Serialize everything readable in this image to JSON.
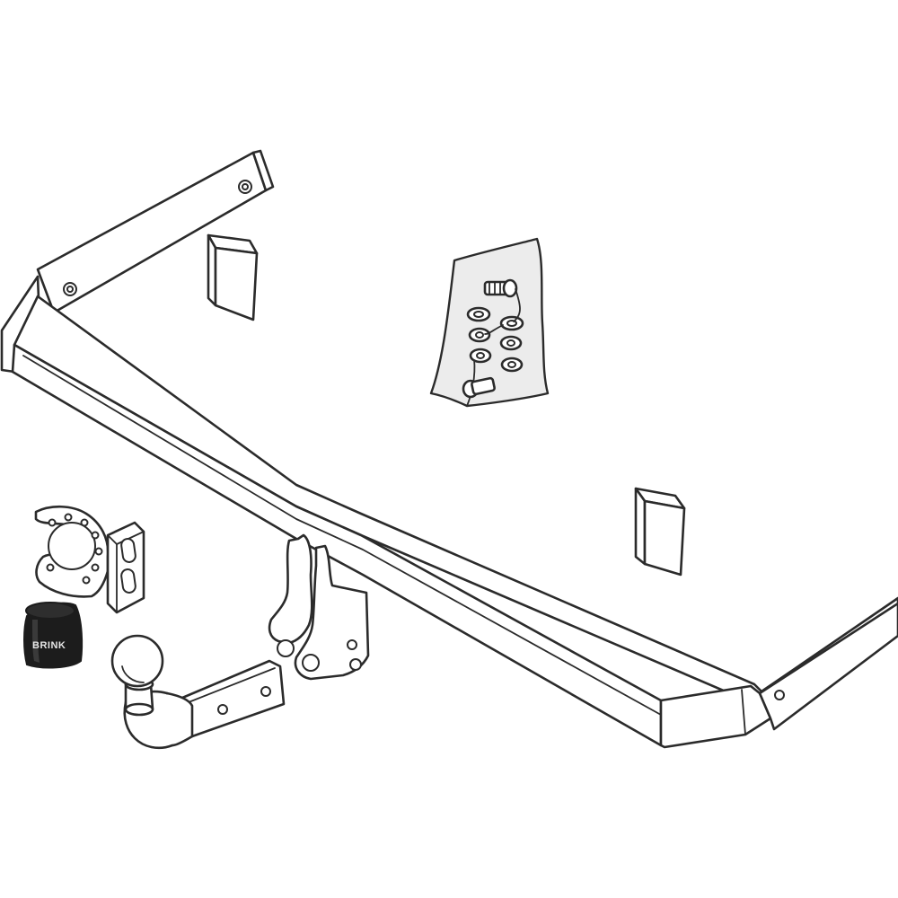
{
  "diagram": {
    "parts": [
      {
        "id": "tow-bar-crossbeam",
        "label": ""
      },
      {
        "id": "left-side-bracket",
        "label": ""
      },
      {
        "id": "right-side-bracket",
        "label": ""
      },
      {
        "id": "tow-ball-neck",
        "label": ""
      },
      {
        "id": "socket-mounting-plate",
        "label": ""
      },
      {
        "id": "electrical-socket-cap",
        "label": "BRINK"
      },
      {
        "id": "fixing-kit-bag",
        "label": ""
      },
      {
        "id": "rubber-spacer-left",
        "label": ""
      },
      {
        "id": "rubber-spacer-right",
        "label": ""
      }
    ],
    "colors": {
      "line": "#2b2b2b",
      "background": "#ffffff",
      "cap": "#1c1c1c",
      "bag_shade": "#ececec"
    }
  }
}
